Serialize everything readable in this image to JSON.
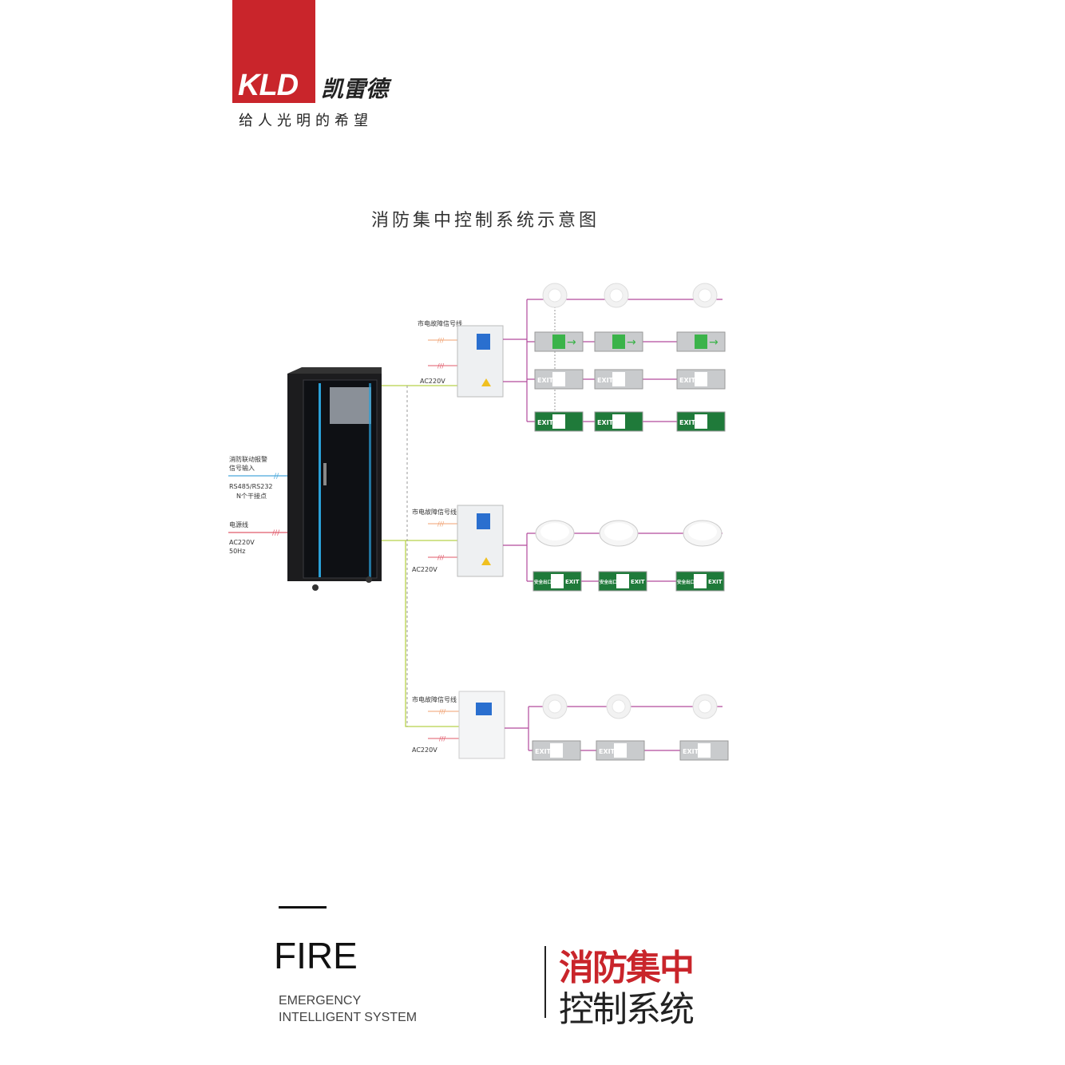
{
  "brand": {
    "logo_text": "KLD",
    "name_cn": "凯雷德",
    "slogan": "给人光明的希望",
    "color": "#c9252b"
  },
  "diagram": {
    "title": "消防集中控制系统示意图",
    "left_labels": {
      "fire_input": "消防联动报警",
      "fire_input2": "信号输入",
      "comm": "RS485/RS232",
      "contacts": "N个干接点",
      "power": "电源线",
      "voltage": "AC220V",
      "freq": "50Hz"
    },
    "groups": [
      {
        "signal_label": "市电故障信号线",
        "voltage": "AC220V"
      },
      {
        "signal_label": "市电故障信号线",
        "voltage": "AC220V"
      },
      {
        "signal_label": "市电故障信号线",
        "voltage": "AC220V"
      }
    ],
    "sign_text": {
      "exit": "EXIT",
      "exit_cn": "出口",
      "safe_exit": "安全出口"
    },
    "colors": {
      "power_line": "#b8d24a",
      "signal_line": "#b24a9c",
      "fault_line_1": "#f0a070",
      "fault_line_2": "#e05a6a",
      "comm_line": "#4aa8dc"
    }
  },
  "footer": {
    "en_title": "FIRE",
    "en_sub1": "EMERGENCY",
    "en_sub2": "INTELLIGENT SYSTEM",
    "cn_line1": "消防集中",
    "cn_line2": "控制系统"
  }
}
